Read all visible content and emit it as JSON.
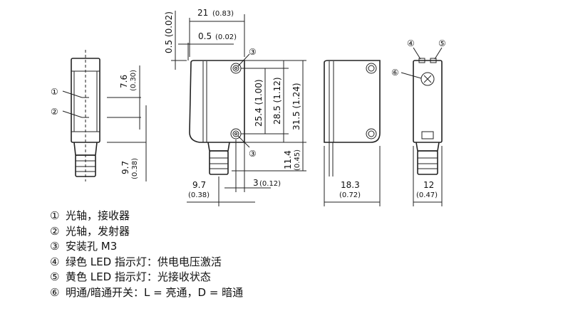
{
  "callouts": {
    "c1": "①",
    "c2": "②",
    "c3": "③",
    "c4": "④",
    "c5": "⑤",
    "c6": "⑥"
  },
  "dimensions": {
    "front_7_6": "7.6",
    "front_7_6_in": "(0.30)",
    "front_9_7": "9.7",
    "front_9_7_in": "(0.38)",
    "side_21": "21",
    "side_21_in": "(0.83)",
    "side_0_5_h": "0.5",
    "side_0_5_h_in": "(0.02)",
    "side_0_5_v": "0.5 (0.02)",
    "side_25_4": "25.4 (1.00)",
    "side_28_5": "28.5 (1.12)",
    "side_31_5": "31.5 (1.24)",
    "side_11_4": "11.4",
    "side_11_4_in": "(0.45)",
    "side_3": "3",
    "side_3_in": "(0.12)",
    "side_9_7": "9.7",
    "side_9_7_in": "(0.38)",
    "back_18_3": "18.3",
    "back_18_3_in": "(0.72)",
    "rear_12": "12",
    "rear_12_in": "(0.47)"
  },
  "legend": [
    {
      "num": "①",
      "text": "光轴，接收器"
    },
    {
      "num": "②",
      "text": "光轴，发射器"
    },
    {
      "num": "③",
      "text": "安装孔 M3"
    },
    {
      "num": "④",
      "text": "绿色 LED 指示灯：供电电压激活"
    },
    {
      "num": "⑤",
      "text": "黄色 LED 指示灯：光接收状态"
    },
    {
      "num": "⑥",
      "text": "明通/暗通开关：L = 亮通，D = 暗通"
    }
  ]
}
